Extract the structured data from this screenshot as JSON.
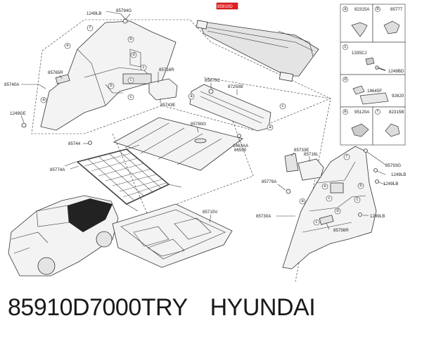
{
  "callouts": {
    "a": "a",
    "b": "b",
    "c": "c",
    "d": "d",
    "e": "e",
    "f": "f"
  },
  "labels": {
    "p1249LB_top": "1249LB",
    "p85794G": "85794G",
    "p85740A": "85740A",
    "p85765R": "85765R",
    "p85716R": "85716R",
    "p85743E": "85743E",
    "p1249GE": "1249GE",
    "p85744": "85744",
    "p85774A": "85774A",
    "p85780G": "85780G",
    "p85870C": "85870C",
    "p87250B": "87250B",
    "p1463AA": "1463AA",
    "p86590": "86590",
    "p85910D": "85910D",
    "p85715V": "85715V",
    "p85733E": "85733E",
    "p85716L": "85716L",
    "p85779A": "85779A",
    "p85793G": "85793G",
    "p1249LB_r1": "1249LB",
    "p1249LB_r2": "1249LB",
    "p1249LB_r3": "1249LB",
    "p85730A": "85730A",
    "p85756R": "85756R"
  },
  "legend": {
    "a_part": "82315A",
    "b_part": "85777",
    "c_part1": "1335CJ",
    "c_part2": "1249BD",
    "d_part1": "18645F",
    "d_part2": "92620",
    "e_part": "95120A",
    "f_part": "82315B"
  },
  "caption": {
    "part_number": "85910D7000TRY",
    "brand": "HYUNDAI"
  }
}
